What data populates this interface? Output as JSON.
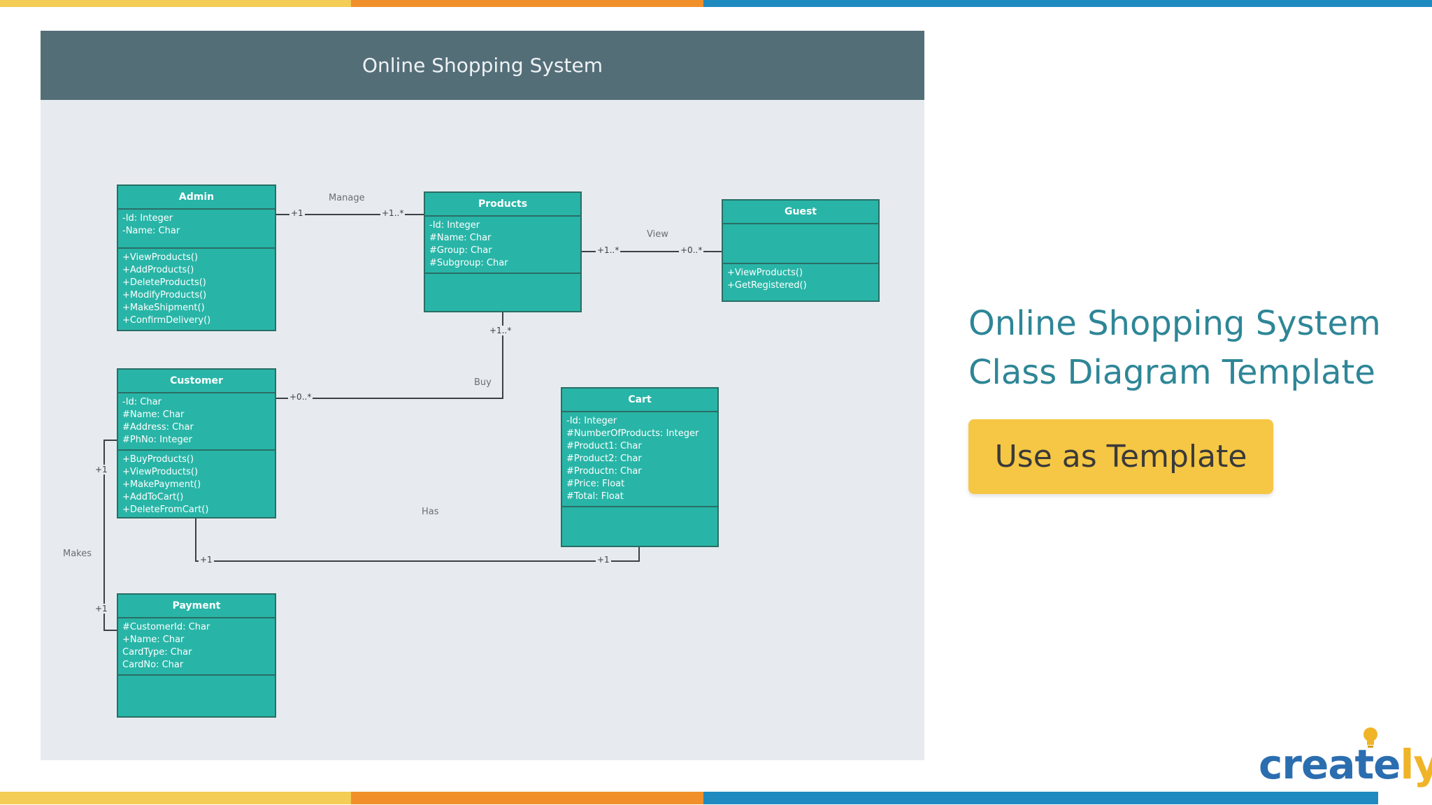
{
  "colors": {
    "stripe_yellow": "#f3cd55",
    "stripe_orange": "#f1902a",
    "stripe_blue": "#1f8ac0",
    "panel_bg": "#e7ebef",
    "panel_header": "#546e78",
    "class_fill": "#28b5a7",
    "accent_title": "#2e8697",
    "button": "#f6c744"
  },
  "diagram": {
    "title": "Online Shopping System",
    "classes": {
      "admin": {
        "name": "Admin",
        "attributes": [
          "-Id: Integer",
          "-Name: Char"
        ],
        "methods": [
          "+ViewProducts()",
          "+AddProducts()",
          "+DeleteProducts()",
          "+ModifyProducts()",
          "+MakeShipment()",
          "+ConfirmDelivery()"
        ]
      },
      "products": {
        "name": "Products",
        "attributes": [
          "-Id: Integer",
          "#Name: Char",
          "#Group: Char",
          "#Subgroup: Char"
        ],
        "methods": []
      },
      "guest": {
        "name": "Guest",
        "attributes": [],
        "methods": [
          "+ViewProducts()",
          "+GetRegistered()"
        ]
      },
      "customer": {
        "name": "Customer",
        "attributes": [
          "-Id: Char",
          "#Name: Char",
          "#Address: Char",
          "#PhNo: Integer"
        ],
        "methods": [
          "+BuyProducts()",
          "+ViewProducts()",
          "+MakePayment()",
          "+AddToCart()",
          "+DeleteFromCart()"
        ]
      },
      "cart": {
        "name": "Cart",
        "attributes": [
          "-Id: Integer",
          "#NumberOfProducts: Integer",
          "#Product1: Char",
          "#Product2: Char",
          "#Productn: Char",
          "#Price: Float",
          "#Total: Float"
        ],
        "methods": []
      },
      "payment": {
        "name": "Payment",
        "attributes": [
          "#CustomerId: Char",
          "+Name: Char",
          "CardType: Char",
          "CardNo: Char"
        ],
        "methods": []
      }
    },
    "relations": {
      "manage": {
        "label": "Manage",
        "from_mult": "+1",
        "to_mult": "+1..*"
      },
      "view": {
        "label": "View",
        "from_mult": "+1..*",
        "to_mult": "+0..*"
      },
      "buy": {
        "label": "Buy",
        "from_mult": "+0..*",
        "to_mult": "+1..*"
      },
      "has": {
        "label": "Has",
        "from_mult": "+1",
        "to_mult": "+1"
      },
      "makes": {
        "label": "Makes",
        "from_mult": "+1",
        "to_mult": "+1"
      }
    }
  },
  "side": {
    "title_line1": "Online Shopping System",
    "title_line2": "Class Diagram Template",
    "button_label": "Use as Template"
  },
  "logo": {
    "text_main": "create",
    "text_end": "ly",
    "icon": "lightbulb-icon"
  }
}
